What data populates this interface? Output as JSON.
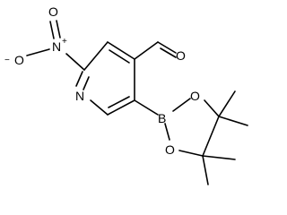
{
  "molecule": {
    "labels": {
      "nitro_n": "N",
      "nitro_o_top": "O",
      "nitro_o_left": "O",
      "ring_n": "N",
      "aldehyde_o": "O",
      "boron": "B",
      "boronate_o_upper": "O",
      "boronate_o_lower": "O"
    },
    "charges": {
      "nitro_n": "+",
      "nitro_o_left": "−"
    }
  }
}
